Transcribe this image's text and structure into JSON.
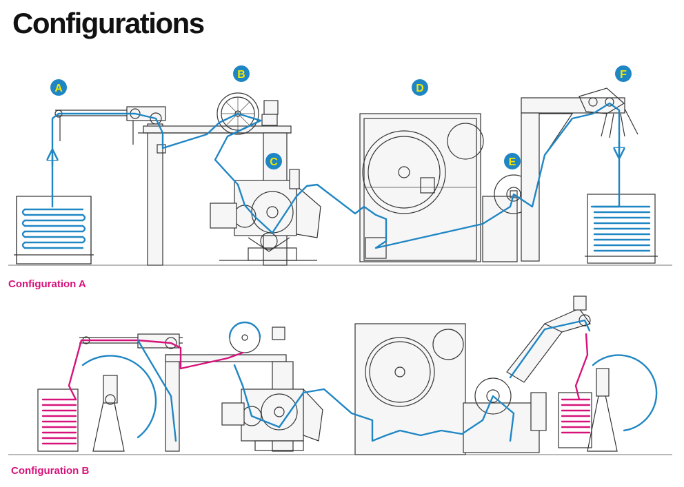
{
  "title": "Configurations",
  "colors": {
    "accent_blue": "#1f86c4",
    "accent_magenta": "#d6127a",
    "badge_yellow": "#f4e600",
    "line_dark": "#333333"
  },
  "badges": [
    {
      "id": "A",
      "label": "A"
    },
    {
      "id": "B",
      "label": "B"
    },
    {
      "id": "C",
      "label": "C"
    },
    {
      "id": "D",
      "label": "D"
    },
    {
      "id": "E",
      "label": "E"
    },
    {
      "id": "F",
      "label": "F"
    }
  ],
  "configurations": [
    {
      "id": "a",
      "label": "Configuration A"
    },
    {
      "id": "b",
      "label": "Configuration B"
    }
  ]
}
